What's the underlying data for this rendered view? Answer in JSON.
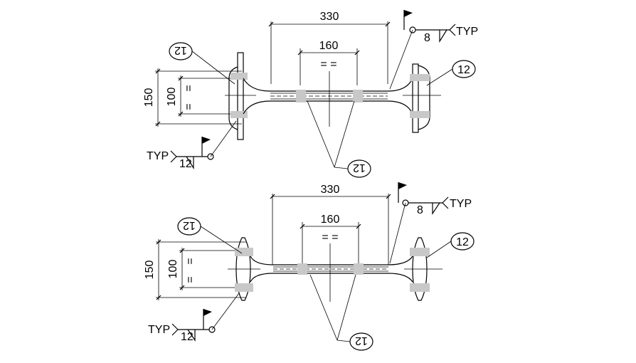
{
  "details": [
    {
      "dim_overall": "330",
      "dim_bolt_spacing": "160",
      "dim_flange_height": "150",
      "dim_flange_gauge": "100",
      "equal_mark": "= =",
      "equal_mark_vertical": "=",
      "bolt_tag_left": "12",
      "bolt_tag_right": "12",
      "bolt_tag_web": "12",
      "weld_size_right": "8",
      "weld_size_left": "12",
      "weld_note_right": "TYP",
      "weld_note_left": "TYP"
    },
    {
      "dim_overall": "330",
      "dim_bolt_spacing": "160",
      "dim_flange_height": "150",
      "dim_flange_gauge": "100",
      "equal_mark": "= =",
      "equal_mark_vertical": "=",
      "bolt_tag_left": "12",
      "bolt_tag_right": "12",
      "bolt_tag_web": "12",
      "weld_size_right": "8",
      "weld_size_left": "12",
      "weld_note_right": "TYP",
      "weld_note_left": "TYP"
    }
  ]
}
